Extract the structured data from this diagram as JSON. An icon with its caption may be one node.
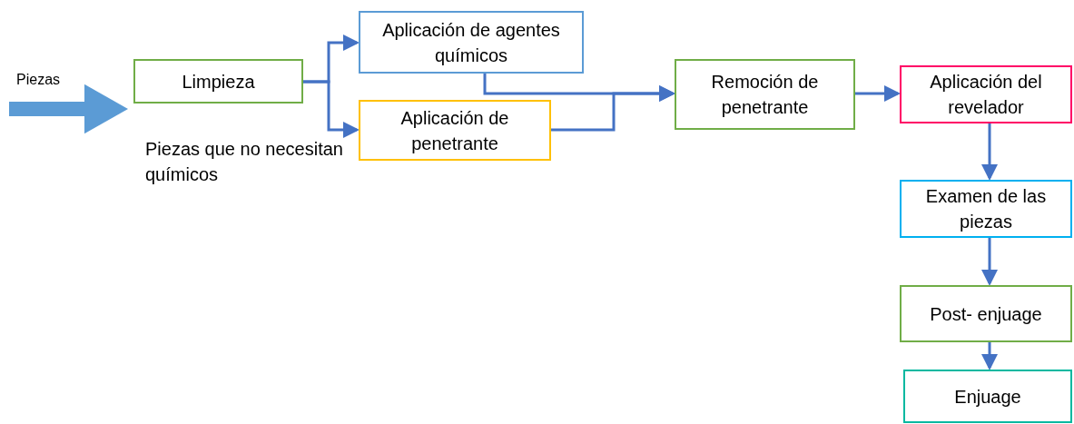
{
  "diagram": {
    "nodes": [
      {
        "text": [
          "Limpieza"
        ]
      },
      {
        "text": [
          "Aplicación de agentes químicos"
        ]
      },
      {
        "text": [
          "Aplicación de penetrante"
        ]
      },
      {
        "text": [
          "Remoción de penetrante"
        ]
      },
      {
        "text": [
          "Aplicación del revelador"
        ]
      },
      {
        "text": [
          "Examen de las piezas"
        ]
      },
      {
        "text": [
          "Post- enjuage"
        ]
      },
      {
        "text": [
          "Enjuage"
        ]
      }
    ],
    "edges": [
      {
        "from": null,
        "to": 0,
        "arrow": "to",
        "style": "thick",
        "color": "#5b9bd5"
      },
      {
        "from": 0,
        "to": 1,
        "arrow": "to"
      },
      {
        "from": 0,
        "to": 2,
        "arrow": "to"
      },
      {
        "from": 1,
        "to": 3,
        "arrow": "to"
      },
      {
        "from": 2,
        "to": 3,
        "arrow": "to"
      },
      {
        "from": 3,
        "to": 4,
        "arrow": "to"
      },
      {
        "from": 4,
        "to": 5,
        "arrow": "to"
      },
      {
        "from": 5,
        "to": 6,
        "arrow": "to"
      },
      {
        "from": 6,
        "to": 7,
        "arrow": "to"
      }
    ],
    "labels": [
      "Piezas",
      "Piezas que no necesitan químicos"
    ]
  }
}
